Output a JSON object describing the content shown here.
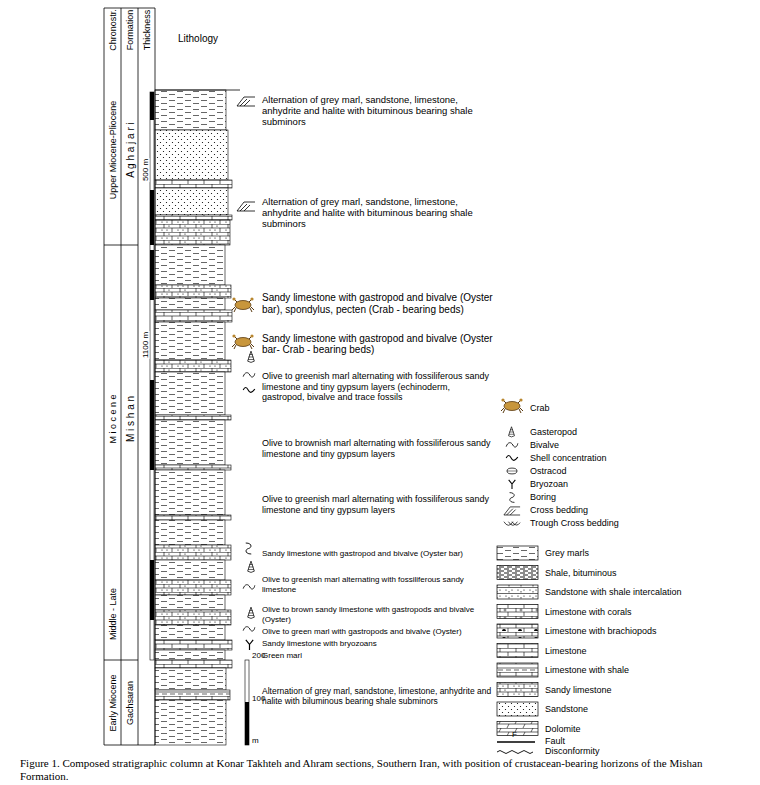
{
  "diagram": {
    "caption": "Figure 1. Composed stratigraphic column at Konar Takhteh and Ahram sections, Southern Iran, with position of crustacean-bearing horizons of the Mishan Formation.",
    "nodes": [
      {
        "text": [
          "Upper Miocene-Pliocene"
        ]
      },
      {
        "text": [
          "M i o c e n e",
          "Middle - Late"
        ]
      },
      {
        "text": [
          "Early Miocene"
        ]
      },
      {
        "text": [
          "A g h a j a r i"
        ]
      },
      {
        "text": [
          "M i s h a n"
        ]
      },
      {
        "text": [
          "Gachsaran"
        ]
      }
    ],
    "edges": [],
    "labels": [
      "Chronostr.",
      "Formation",
      "Thickness",
      "Lithology",
      "500 m",
      "1100 m",
      "200",
      "100",
      "m",
      "Alternation of grey marl, sandstone, limestone, anhydrite and halite with bituminous bearing shale subminors",
      "Alternation of grey marl, sandstone, limestone, anhydrite and halite with bituminous bearing shale subminors",
      "Sandy limestone with gastropod and bivalve (Oyster bar), spondylus, pecten (Crab - bearing beds)",
      "Sandy limestone with gastropod and bivalve (Oyster bar- Crab - bearing beds)",
      "Olive to greenish marl alternating with fossiliferous sandy limestone and tiny gypsum layers (echinoderm, gastropod, bivalve and trace fossils",
      "Olive to brownish marl alternating with fossiliferous sandy limestone and tiny gypsum layers",
      "Olive to greenish marl alternating with fossiliferous sandy limestone and tiny gypsum layers",
      "Sandy limestone with gastropod and bivalve (Oyster bar)",
      "Olive to greenish marl alternating with fossiliferous sandy limestone",
      "Olive to brown sandy limestone with gastropods and bivalve (Oyster)",
      "Olive to green marl with gastropods and bivalve (Oyster)",
      "Sandy limestone with bryozoans",
      "Green marl",
      "Alternation of grey marl, sandstone, limestone, anhydrite and halite with biluminous bearing shale subminors",
      "F"
    ],
    "legend": [
      {
        "text": "Crab"
      },
      {
        "text": "Gasteropod"
      },
      {
        "text": "Bivalve"
      },
      {
        "text": "Shell concentration"
      },
      {
        "text": "Ostracod"
      },
      {
        "text": "Bryozoan"
      },
      {
        "text": "Boring"
      },
      {
        "text": "Cross bedding"
      },
      {
        "text": "Trough Cross bedding"
      },
      {
        "text": "Grey marls"
      },
      {
        "text": "Shale, bituminous"
      },
      {
        "text": "Sandstone with shale intercalation"
      },
      {
        "text": "Limestone with corals"
      },
      {
        "text": "Limestone with brachiopods"
      },
      {
        "text": "Limestone"
      },
      {
        "text": "Limestone with shale"
      },
      {
        "text": "Sandy limestone"
      },
      {
        "text": "Sandstone"
      },
      {
        "text": "Dolomite"
      },
      {
        "text": "Fault"
      },
      {
        "text": "Disconformity"
      }
    ]
  }
}
